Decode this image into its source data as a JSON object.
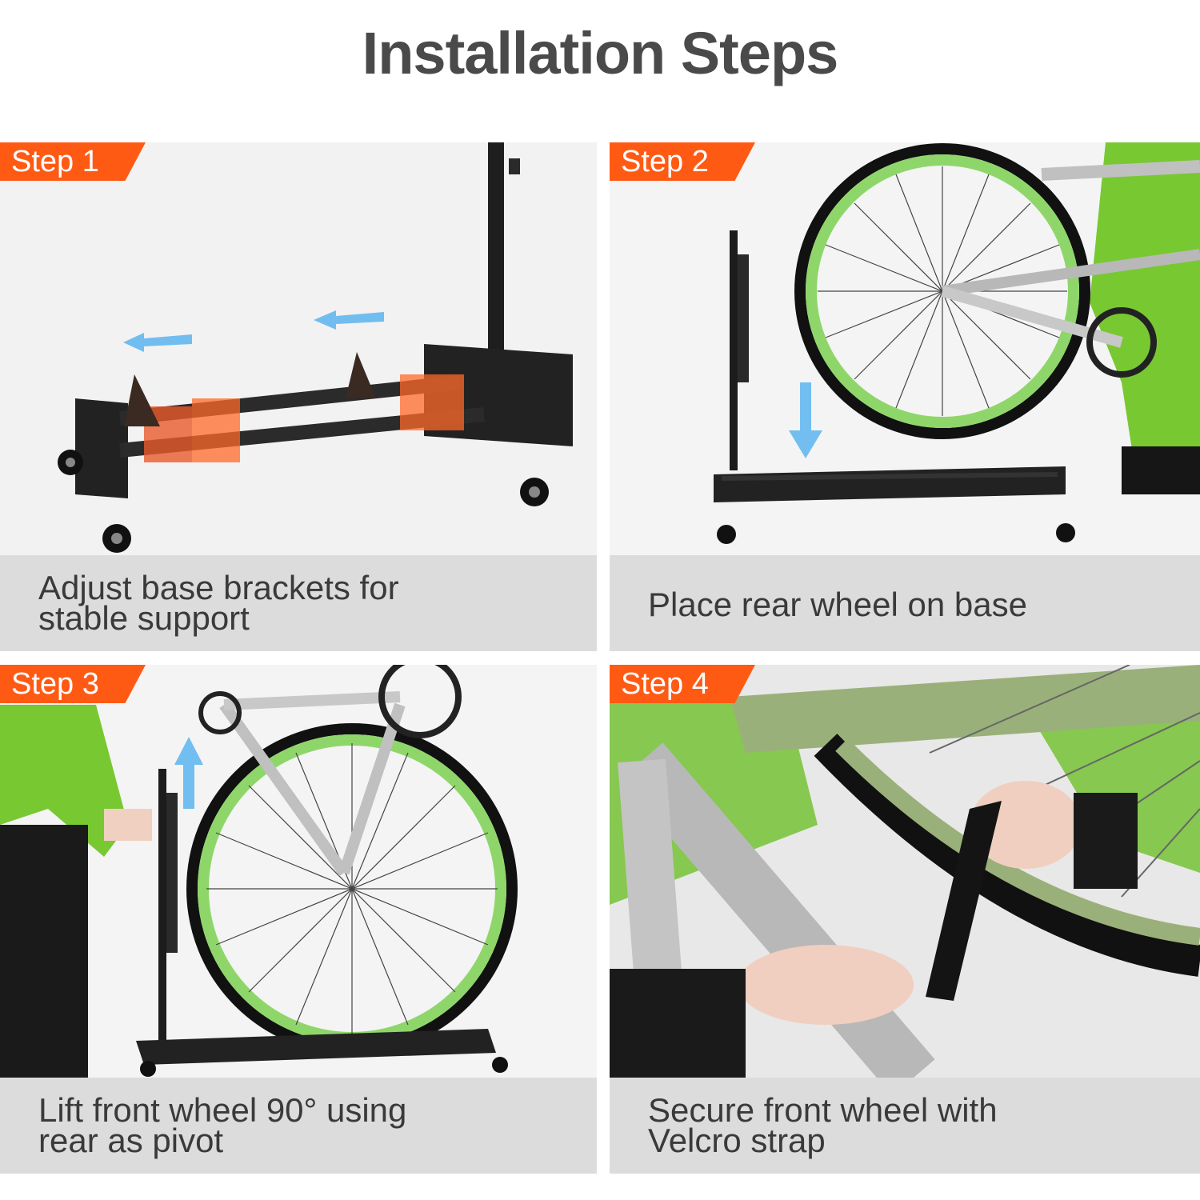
{
  "title": "Installation Steps",
  "steps": [
    {
      "badge": "Step 1",
      "caption_line1": "Adjust base brackets for",
      "caption_line2": "stable support"
    },
    {
      "badge": "Step 2",
      "caption_line1": "Place rear wheel on base",
      "caption_line2": ""
    },
    {
      "badge": "Step 3",
      "caption_line1": "Lift front wheel 90° using",
      "caption_line2": "rear as pivot"
    },
    {
      "badge": "Step 4",
      "caption_line1": "Secure front wheel with",
      "caption_line2": "Velcro strap"
    }
  ],
  "colors": {
    "badge": "#ff5a14",
    "caption_bg": "#dcdcdc",
    "title_text": "#4a4a4a",
    "rim_green": "#8fd66a",
    "arrow_blue": "#5ab4f0"
  }
}
